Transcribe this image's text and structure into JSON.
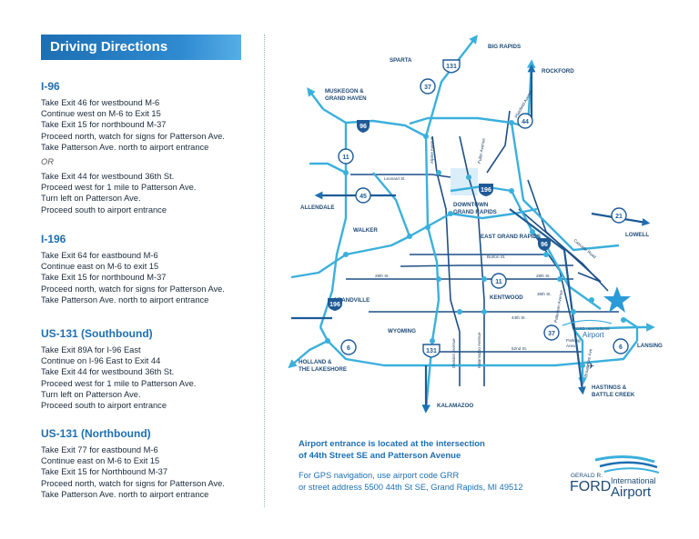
{
  "header": {
    "title": "Driving Directions"
  },
  "routes": [
    {
      "name": "I-96",
      "steps": [
        "Take Exit 46 for westbound M-6",
        "Continue west on M-6 to Exit 15",
        "Take Exit 15 for northbound M-37",
        "Proceed north, watch for signs for Patterson Ave.",
        "Take Patterson Ave. north to airport entrance"
      ],
      "or": "OR",
      "alt_steps": [
        "Take Exit 44 for westbound 36th St.",
        "Proceed west for 1 mile to Patterson Ave.",
        "Turn left on Patterson Ave.",
        "Proceed south to airport entrance"
      ]
    },
    {
      "name": "I-196",
      "steps": [
        "Take Exit 64 for eastbound M-6",
        "Continue east on M-6 to exit 15",
        "Take Exit 15 for northbound M-37",
        "Proceed north, watch for signs for Patterson Ave.",
        "Take Patterson Ave. north to airport entrance"
      ]
    },
    {
      "name": "US-131 (Southbound)",
      "steps": [
        "Take Exit 89A for I-96 East",
        "Continue on I-96 East to Exit 44",
        "Take Exit 44 for westbound 36th St.",
        "Proceed west for 1 mile to Patterson Ave.",
        "Turn left on Patterson Ave.",
        "Proceed south to airport entrance"
      ]
    },
    {
      "name": "US-131 (Northbound)",
      "steps": [
        "Take Exit 77 for eastbound M-6",
        "Continue east on M-6 to Exit 15",
        "Take Exit 15 for Northbound M-37",
        "Proceed north, watch for signs for Patterson Ave.",
        "Take Patterson Ave. north to airport entrance"
      ]
    }
  ],
  "info": {
    "line1": "Airport entrance is located at the intersection",
    "line2": "of 44th Street SE and Patterson Avenue",
    "line3": "For GPS navigation, use airport code GRR",
    "line4": "or street address 5500 44th St SE, Grand Rapids, MI 49512"
  },
  "logo": {
    "small": "GERALD R.",
    "big": "FORD",
    "intl": "International",
    "airport": "Airport"
  },
  "map": {
    "places": {
      "sparta": "SPARTA",
      "big_rapids": "BIG RAPIDS",
      "rockford": "ROCKFORD",
      "muskegon1": "MUSKEGON &",
      "muskegon2": "GRAND HAVEN",
      "allendale": "ALLENDALE",
      "walker": "WALKER",
      "downtown1": "DOWNTOWN",
      "downtown2": "GRAND RAPIDS",
      "egr": "EAST GRAND RAPIDS",
      "lowell": "LOWELL",
      "kentwood": "KENTWOOD",
      "grandville": "GRANDVILLE",
      "wyoming": "WYOMING",
      "holland1": "HOLLAND &",
      "holland2": "THE LAKESHORE",
      "kalamazoo": "KALAMAZOO",
      "hastings1": "HASTINGS &",
      "hastings2": "BATTLE CREEK",
      "lansing": "LANSING"
    },
    "streets": {
      "leonard": "Leonard St.",
      "burton": "Burton St.",
      "s28_w": "28th St.",
      "s28_e": "28th St.",
      "s36": "36th St.",
      "s44": "44th St.",
      "s52": "52nd St.",
      "alpine": "Alpine Avenue",
      "plainfield": "Plainfield Avenue",
      "fuller": "Fuller Avenue",
      "division": "Division Avenue",
      "kalamazoo_ave": "Kalamazoo Avenue",
      "patterson": "Patterson Avenue",
      "broadmoor": "Broadmoor Ave",
      "cascade": "Cascade Road",
      "parking1": "Parking",
      "parking2": "Area"
    },
    "shields": {
      "i96_n": "96",
      "i196_a": "196",
      "i196_b": "196",
      "i96_e": "96",
      "i131_n": "131",
      "i131_s": "131",
      "m37_n": "37",
      "m37_s": "37",
      "m44": "44",
      "m11_w": "11",
      "m11_s": "11",
      "m45": "45",
      "m21": "21",
      "m6_w": "6",
      "m6_e": "6"
    },
    "airport_label1": "FORD International",
    "airport_label2": "Airport",
    "colors": {
      "interstate": "#1e5a96",
      "highway": "#3bb0dc",
      "road": "#1f4f86",
      "arrow": "#1d6fb3",
      "star": "#2a9ad8"
    }
  }
}
